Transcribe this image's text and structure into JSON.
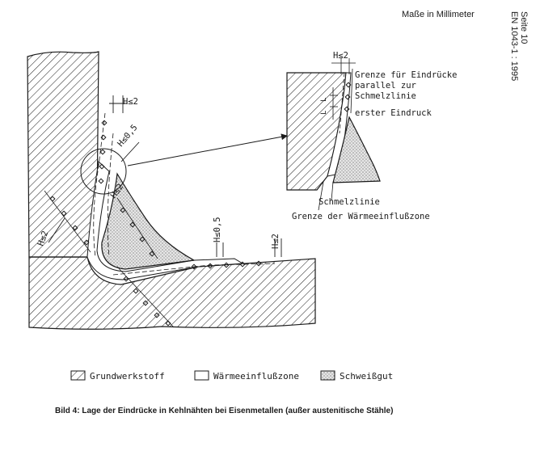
{
  "header": {
    "units_note": "Maße in Millimeter",
    "page_label": "Seite 10",
    "standard_label": "EN 1043-1 : 1995"
  },
  "main_figure": {
    "h_le_2_top": "H≤2",
    "h_le_0_5_upper": "H≤0,5",
    "h_le_2_diag": "H≤2",
    "h_le_2_left": "H≤2",
    "h_le_0_5_lower": "H≤0,5",
    "h_le_2_right": "H≤2"
  },
  "detail_figure": {
    "h_le_2": "H≤2",
    "boundary_label": "Grenze für Eindrücke parallel zur Schmelzlinie",
    "boundary_lines": [
      "Grenze für Eindrücke",
      "parallel zur",
      "Schmelzlinie"
    ],
    "first_indent": "erster Eindruck",
    "spacing_label_1": "L",
    "spacing_label_2": "L",
    "fusion_line": "Schmelzlinie",
    "haz_boundary": "Grenze der Wärmeeinflußzone"
  },
  "legend": {
    "items": [
      {
        "label": "Grundwerkstoff",
        "swatch": "hatch"
      },
      {
        "label": "Wärmeeinflußzone",
        "swatch": "blank"
      },
      {
        "label": "Schweißgut",
        "swatch": "dots"
      }
    ]
  },
  "caption": "Bild 4: Lage der Eindrücke in Kehlnähten bei Eisenmetallen (außer austenitische Stähle)",
  "colors": {
    "ink": "#1a1a1a",
    "paper": "#ffffff"
  }
}
